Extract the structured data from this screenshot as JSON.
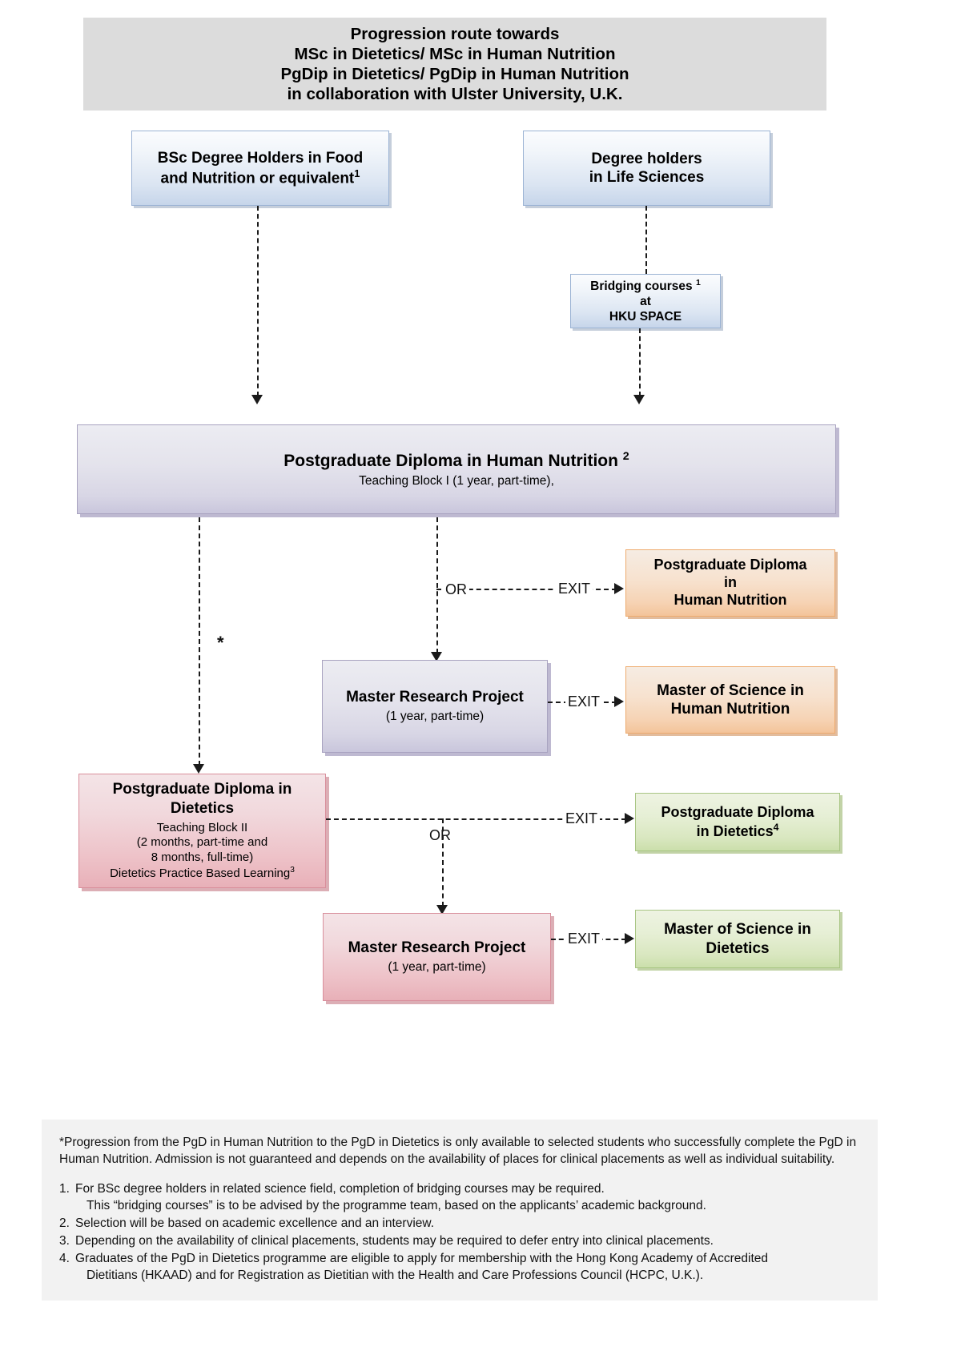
{
  "title": {
    "lines": [
      "Progression route towards",
      "MSc in Dietetics/ MSc in Human Nutrition",
      "PgDip in Dietetics/ PgDip in Human Nutrition",
      "in collaboration with Ulster University, U.K."
    ]
  },
  "nodes": {
    "bsc": {
      "heading_line1": "BSc Degree Holders in Food",
      "heading_line2": "and Nutrition or equivalent",
      "superscript": "1"
    },
    "life_sciences": {
      "heading_line1": "Degree holders",
      "heading_line2": "in Life Sciences"
    },
    "bridging": {
      "line1": "Bridging courses ",
      "superscript": "1",
      "line2": "at",
      "line3": "HKU SPACE"
    },
    "pgd_human_nutrition": {
      "heading": "Postgraduate Diploma in Human Nutrition ",
      "superscript": "2",
      "sub": "Teaching Block I (1 year, part-time),"
    },
    "exit_pgd_hn": {
      "line1": "Postgraduate Diploma",
      "line2": "in",
      "line3": "Human Nutrition"
    },
    "mrp_hn": {
      "heading": "Master Research Project",
      "sub": "(1 year, part-time)"
    },
    "exit_msc_hn": {
      "line1": "Master of Science in",
      "line2": "Human Nutrition"
    },
    "pgd_dietetics": {
      "heading_line1": "Postgraduate Diploma in",
      "heading_line2": "Dietetics",
      "sub_line1": "Teaching Block II",
      "sub_line2": "(2 months, part-time and",
      "sub_line3": "8 months, full-time)",
      "sub_line4": "Dietetics Practice Based Learning",
      "sub_superscript": "3"
    },
    "exit_pgd_diet": {
      "line1": "Postgraduate Diploma",
      "line2": "in Dietetics",
      "superscript": "4"
    },
    "mrp_diet": {
      "heading": "Master Research Project",
      "sub": "(1 year, part-time)"
    },
    "exit_msc_diet": {
      "line1": "Master of Science in",
      "line2": "Dietetics"
    }
  },
  "edges": {
    "or_top": "OR",
    "or_bottom": "OR",
    "exit_1": "EXIT",
    "exit_2": "EXIT",
    "exit_3": "EXIT",
    "exit_4": "EXIT",
    "star": "*"
  },
  "footnotes": {
    "star_paragraph": "*Progression from the PgD in Human Nutrition to the PgD in Dietetics is only available to selected students who successfully complete the PgD in Human Nutrition. Admission is not guaranteed and depends on the availability of places for clinical placements as well as individual suitability.",
    "items": [
      {
        "num": "1.",
        "text": "For BSc degree holders in related science field, completion of bridging courses may be required.",
        "continuation": "This “bridging courses” is to be advised by the programme team, based on the applicants’ academic background."
      },
      {
        "num": "2.",
        "text": "Selection will be based on academic excellence and an interview.",
        "continuation": ""
      },
      {
        "num": "3.",
        "text": "Depending on the availability of clinical placements, students may be required to defer entry into clinical placements.",
        "continuation": ""
      },
      {
        "num": "4.",
        "text": "Graduates of the PgD in Dietetics programme are eligible to apply for membership with the Hong Kong Academy of Accredited",
        "continuation": "Dietitians (HKAAD) and for Registration as Dietitian with the Health and Care Professions Council (HCPC, U.K.)."
      }
    ]
  },
  "colors": {
    "banner_bg": "#dcdcdc",
    "blue_box": "#dbe5f2",
    "purple_box": "#d8d6e5",
    "orange_box": "#f6d3b4",
    "pink_box": "#eec3c9",
    "green_box": "#d9e7c0",
    "footnote_bg": "#f2f2f2",
    "connector": "#1a1a1a"
  }
}
